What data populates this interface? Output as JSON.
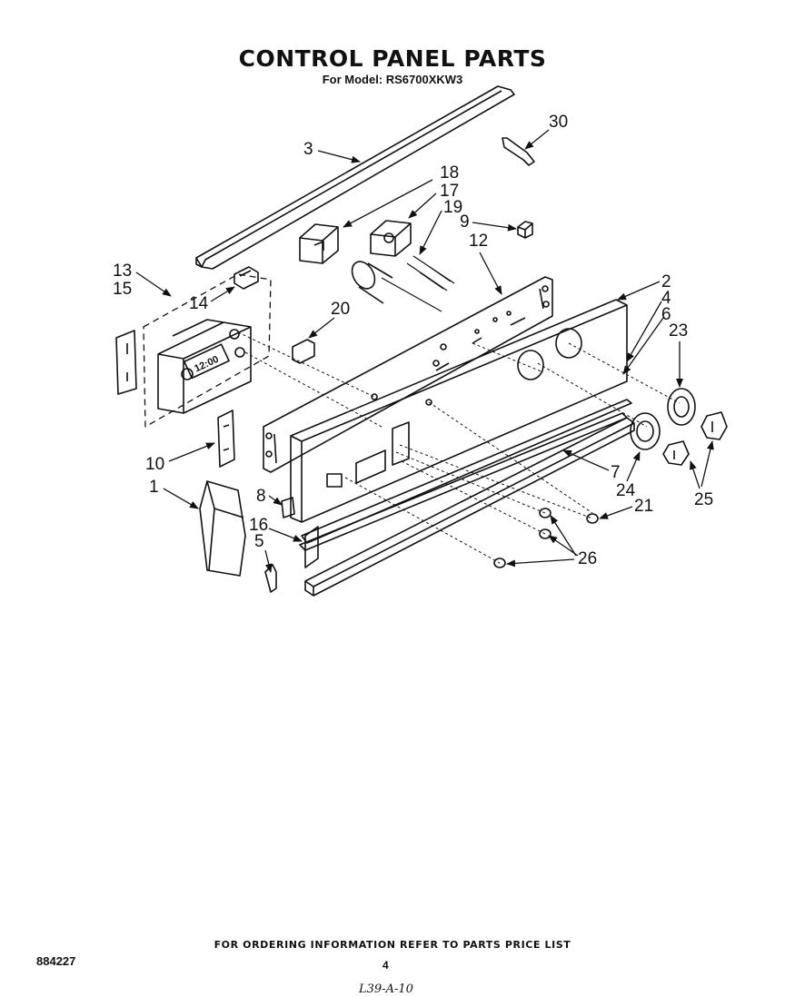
{
  "header": {
    "title": "CONTROL PANEL PARTS",
    "subtitle": "For Model: RS6700XKW3"
  },
  "callouts": [
    "1",
    "2",
    "3",
    "4",
    "5",
    "6",
    "7",
    "8",
    "9",
    "10",
    "12",
    "13",
    "14",
    "15",
    "16",
    "17",
    "18",
    "19",
    "20",
    "21",
    "23",
    "24",
    "25",
    "26",
    "30"
  ],
  "display_readout": "12:00",
  "footer": {
    "ordering_note": "FOR ORDERING INFORMATION REFER TO PARTS PRICE LIST",
    "doc_number": "884227",
    "page_number": "4",
    "handwritten_note": "L39-A-10"
  }
}
